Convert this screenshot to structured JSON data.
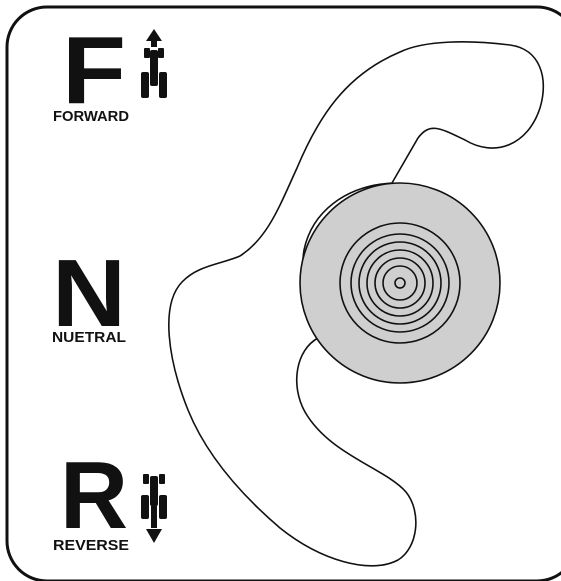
{
  "positions": [
    {
      "id": "forward",
      "letter": "F",
      "label": "FORWARD",
      "arrow": "up"
    },
    {
      "id": "neutral",
      "letter": "N",
      "label": "NUETRAL"
    },
    {
      "id": "reverse",
      "letter": "R",
      "label": "REVERSE",
      "arrow": "down"
    }
  ],
  "icons": {
    "forward": "tractor-forward-icon",
    "reverse": "tractor-reverse-icon",
    "dial": "pedal-dial-icon"
  },
  "colors": {
    "line": "#111111",
    "dial_fill": "#cfcfcf",
    "background": "#ffffff"
  }
}
